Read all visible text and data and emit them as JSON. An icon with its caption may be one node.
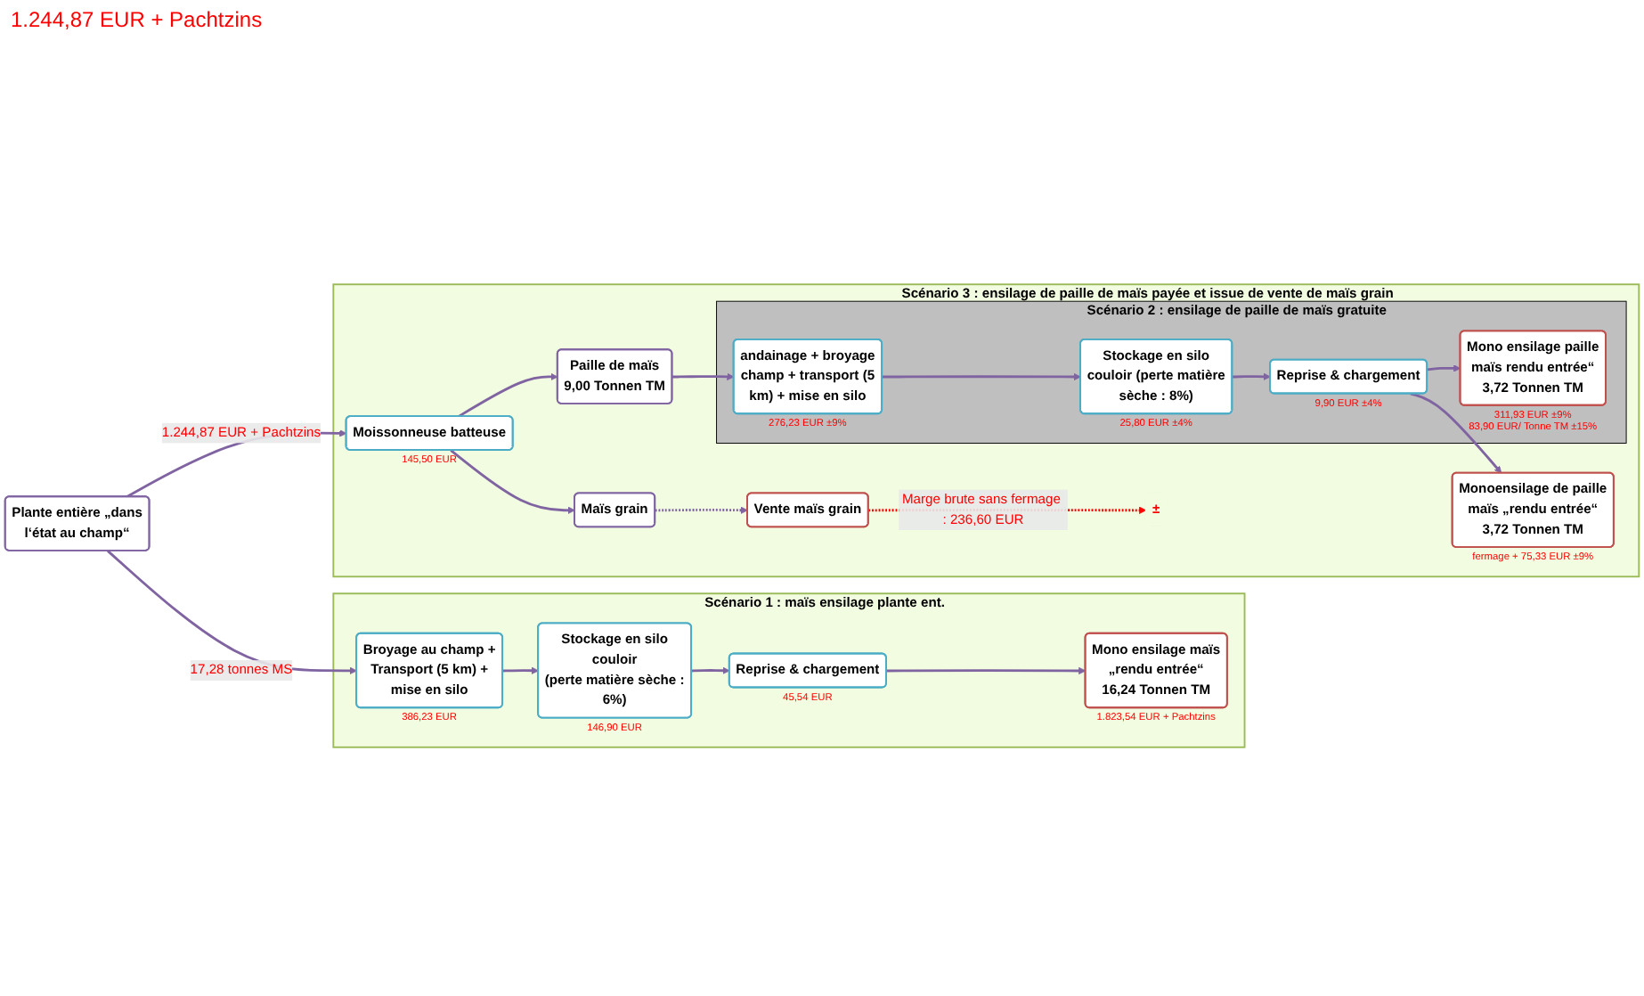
{
  "diagram": {
    "nodes": [
      {
        "text": [
          "Plante entière „dans l‘état au champ“"
        ]
      },
      {
        "text": [
          "Scénario 1 : maïs ensilage plante ent."
        ]
      },
      {
        "text": [
          "Broyage au champ + Transport (5 km) + mise en silo"
        ],
        "in": 1,
        "beside": [
          "386,23 EUR"
        ]
      },
      {
        "text": [
          "Stockage en silo couloir",
          "(perte matière sèche : 6%)"
        ],
        "in": 1,
        "beside": [
          "146,90 EUR"
        ]
      },
      {
        "text": [
          "Reprise & chargement"
        ],
        "in": 1,
        "beside": [
          "45,54 EUR"
        ]
      },
      {
        "text": [
          "Mono ensilage maïs „rendu entrée“",
          "16,24 Tonnen TM"
        ],
        "in": 1,
        "beside": [
          "1.823,54 EUR + Pachtzins"
        ]
      },
      {
        "text": [
          "Scénario 3 : ensilage de paille de maïs payée et issue de vente de maïs grain"
        ]
      },
      {
        "text": [
          "Moissonneuse batteuse"
        ],
        "in": 6,
        "beside": [
          "145,50 EUR"
        ]
      },
      {
        "text": [
          "Paille de maïs",
          "9,00 Tonnen TM"
        ],
        "in": 6
      },
      {
        "text": [
          "Scénario 2 : ensilage de paille de maïs gratuite"
        ],
        "in": 6
      },
      {
        "text": [
          "andainage + broyage champ + transport (5 km) + mise en silo"
        ],
        "in": 9,
        "beside": [
          "276,23 EUR ±9%"
        ]
      },
      {
        "text": [
          "Stockage en silo couloir (perte matière sèche : 8%)"
        ],
        "in": 9,
        "beside": [
          "25,80 EUR ±4%"
        ]
      },
      {
        "text": [
          "Reprise & chargement"
        ],
        "in": 9,
        "beside": [
          "9,90 EUR ±4%"
        ]
      },
      {
        "text": [
          "Mono ensilage paille maïs rendu entrée“",
          "3,72 Tonnen TM"
        ],
        "in": 9,
        "beside": [
          "311,93 EUR ±9%",
          "83,90 EUR/ Tonne TM ±15%"
        ]
      },
      {
        "text": [
          "Maïs grain"
        ],
        "in": 6
      },
      {
        "text": [
          "Vente maïs grain"
        ],
        "in": 6
      },
      {
        "text": [
          "±"
        ],
        "in": 6
      },
      {
        "text": [
          "Monoensilage de paille maïs „rendu entrée“",
          "3,72 Tonnen TM"
        ],
        "in": 6,
        "beside": [
          "fermage + 75,33 EUR ±9%"
        ]
      }
    ],
    "edges": [
      {
        "from": 0,
        "to": 2,
        "arrow": "to",
        "label": "17,28 tonnes MS"
      },
      {
        "from": 2,
        "to": 3,
        "arrow": "to"
      },
      {
        "from": 3,
        "to": 4,
        "arrow": "to"
      },
      {
        "from": 4,
        "to": 5,
        "arrow": "to"
      },
      {
        "from": 0,
        "to": 7,
        "arrow": "to",
        "label": "1.244,87 EUR + Pachtzins"
      },
      {
        "from": 7,
        "to": 8,
        "arrow": "to"
      },
      {
        "from": 7,
        "to": 14,
        "arrow": "to"
      },
      {
        "from": 8,
        "to": 10,
        "arrow": "to"
      },
      {
        "from": 10,
        "to": 11,
        "arrow": "to"
      },
      {
        "from": 11,
        "to": 12,
        "arrow": "to"
      },
      {
        "from": 12,
        "to": 13,
        "arrow": "to"
      },
      {
        "from": 12,
        "to": 17,
        "arrow": "to"
      },
      {
        "from": 14,
        "to": 15,
        "arrow": "to",
        "style": "dashed"
      },
      {
        "from": 15,
        "to": 16,
        "arrow": "to",
        "style": "dashed",
        "color": "#ff0000",
        "label": "Marge brute sans fermage : 236,60 EUR"
      }
    ],
    "labels": [
      "1.244,87 EUR + Pachtzins"
    ]
  }
}
